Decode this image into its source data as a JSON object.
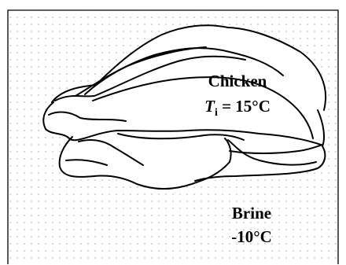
{
  "chicken_label": {
    "name": "Chicken",
    "temp_symbol": "T",
    "temp_subscript": "i",
    "temp_value": " = 15°C"
  },
  "brine_label": {
    "name": "Brine",
    "temp": "-10°C"
  },
  "colors": {
    "background": "#ffffff",
    "dots": "#bdbdbd",
    "outline": "#000000"
  }
}
